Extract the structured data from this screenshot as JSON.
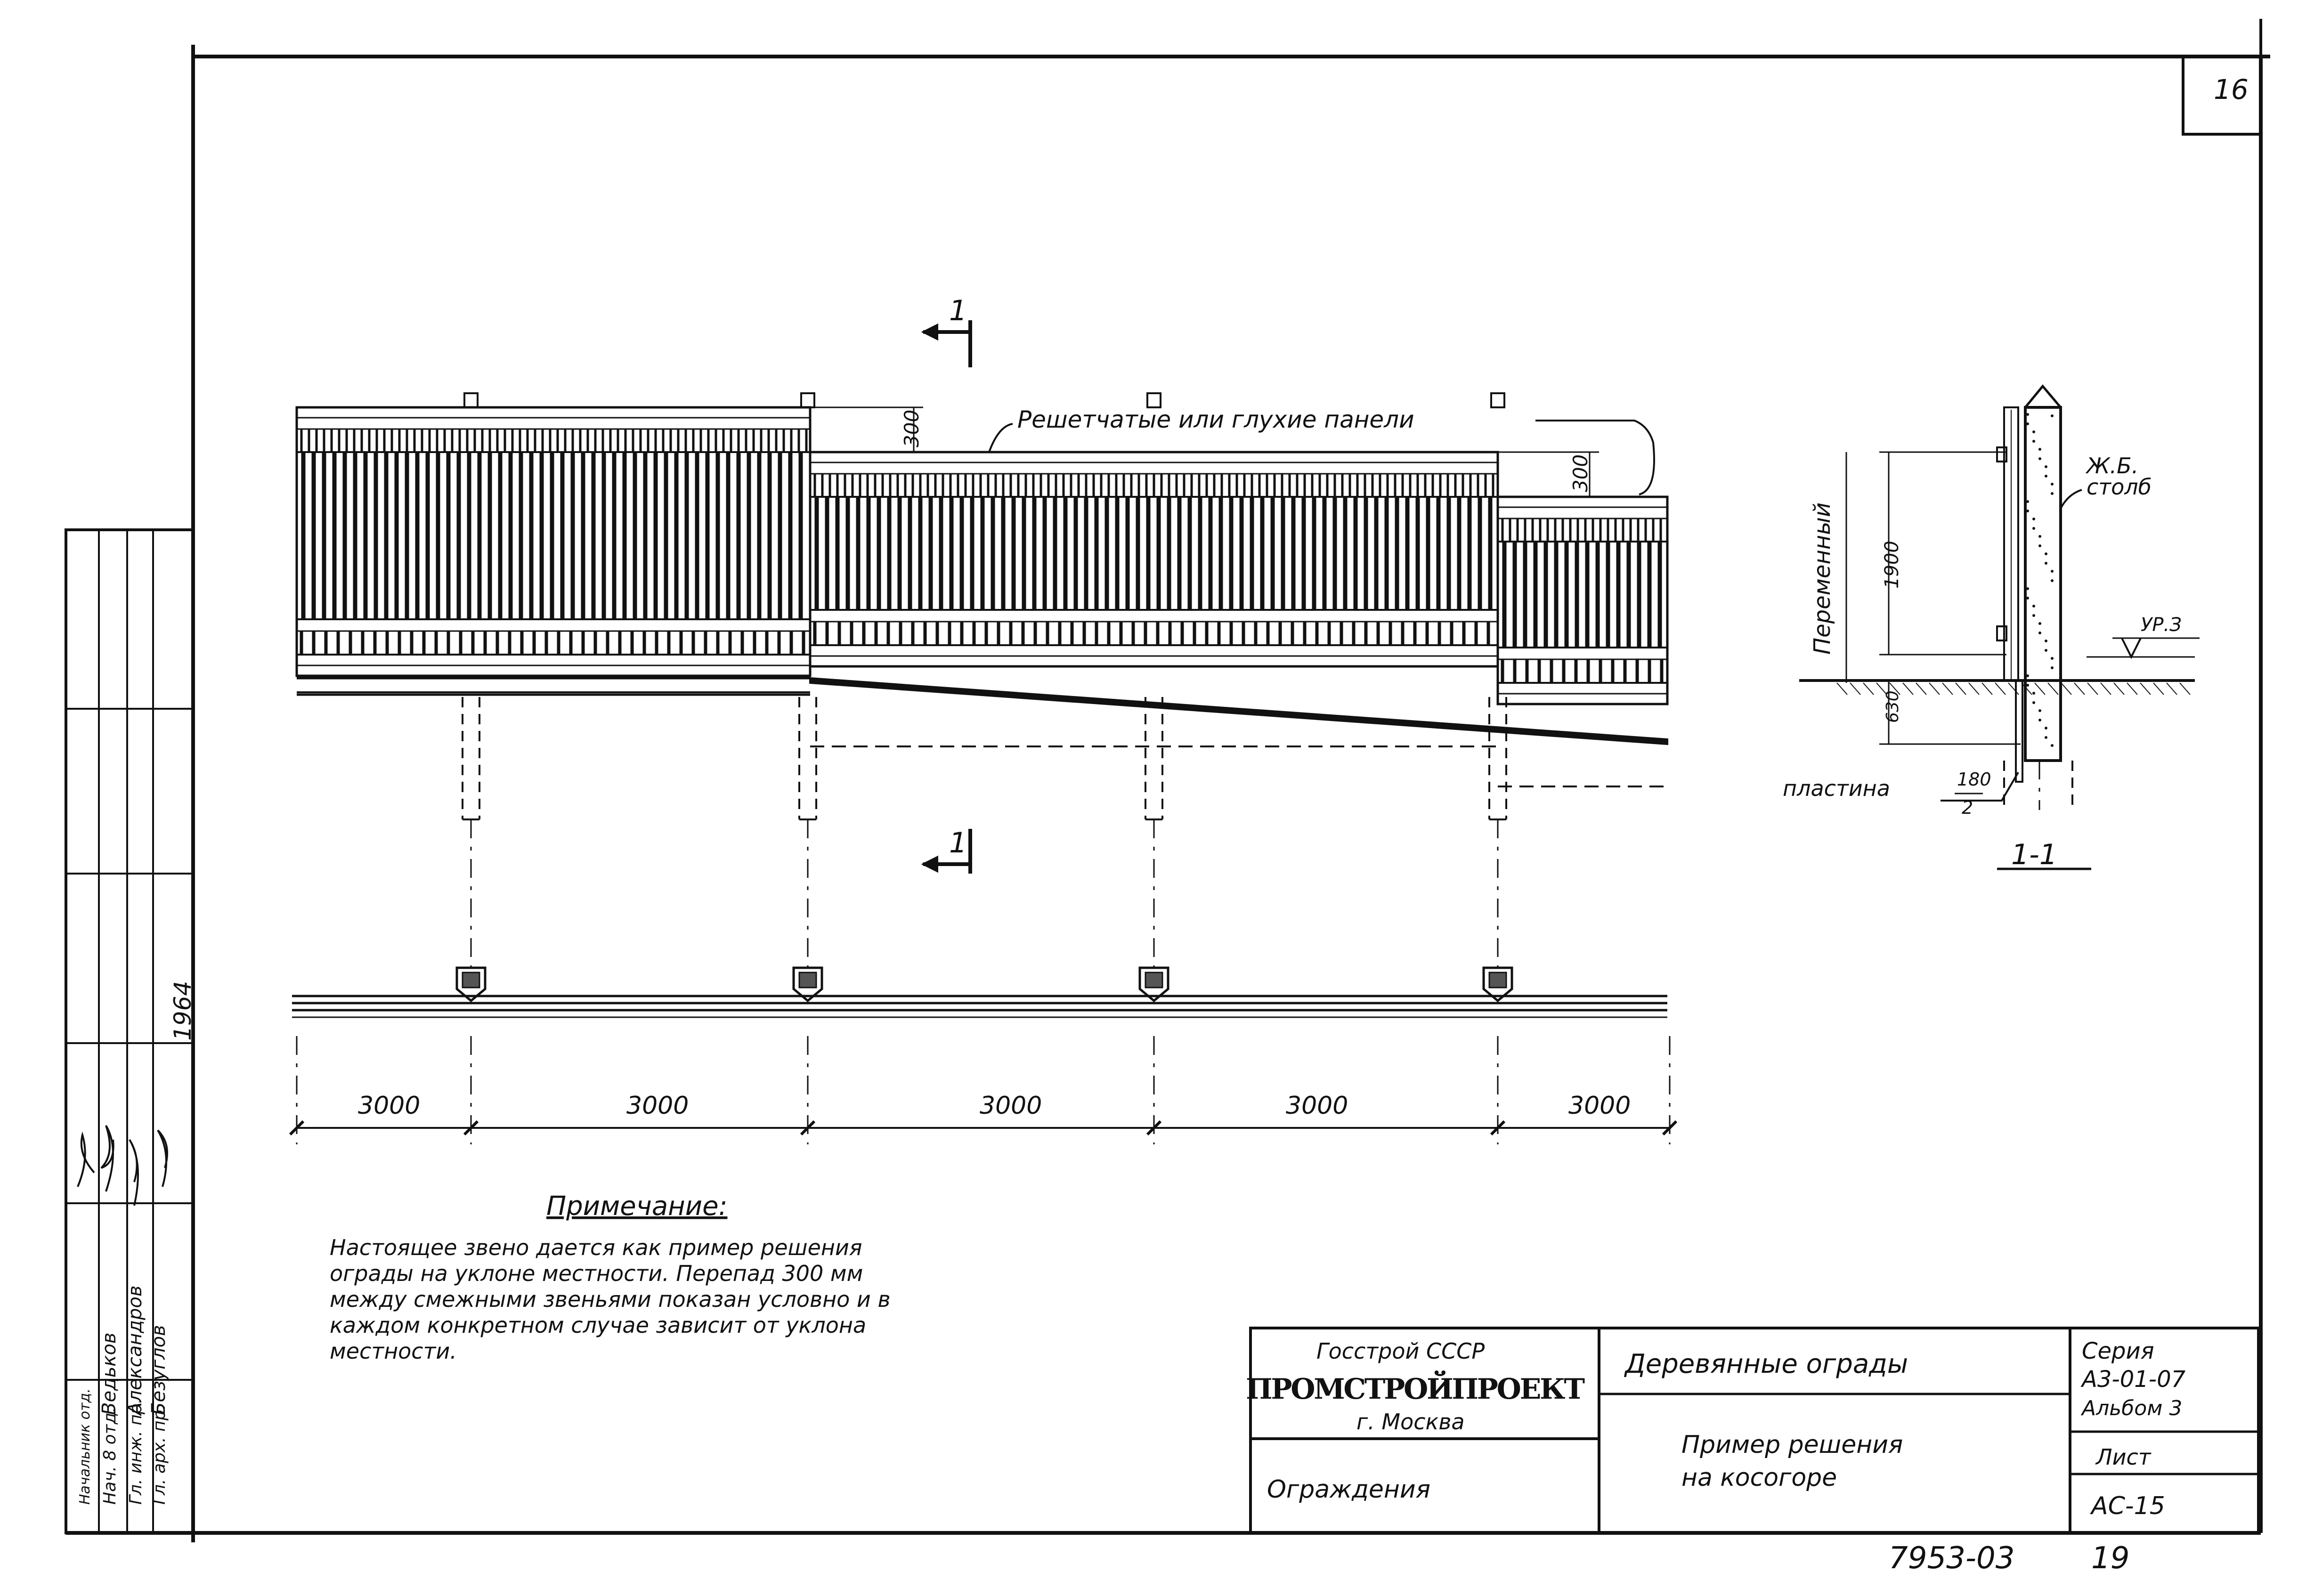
{
  "sheet_corner_number": "16",
  "section_marks": {
    "top": "1",
    "bottom": "1",
    "detail": "1-1"
  },
  "elevation": {
    "panel_callout": "Решетчатые или глухие панели",
    "step_dim_left": "300",
    "step_dim_right": "300"
  },
  "section_detail": {
    "post_label_line1": "Ж.Б.",
    "post_label_line2": "столб",
    "variable_label": "Переменный",
    "height_dim": "1900",
    "depth_dim": "630",
    "level_mark": "УР.З",
    "plate_label": "пластина",
    "plate_frac_num": "180",
    "plate_frac_den": "2"
  },
  "plan_dims": [
    "3000",
    "3000",
    "3000",
    "3000",
    "3000"
  ],
  "note": {
    "title": "Примечание:",
    "lines": [
      "Настоящее звено дается как пример решения",
      "ограды на уклоне местности. Перепад 300 мм",
      "между смежными звеньями показан условно и в",
      "каждом конкретном случае зависит от уклона",
      "местности."
    ]
  },
  "title_block": {
    "org_line1": "Госстрой СССР",
    "org_name": "ПРОМСТРОЙПРОЕКТ",
    "org_city": "г. Москва",
    "category": "Ограждения",
    "doc_title": "Деревянные ограды",
    "sheet_title_line1": "Пример решения",
    "sheet_title_line2": "на косогоре",
    "series_label": "Серия",
    "series_code": "А3-01-07",
    "album": "Альбом 3",
    "sheet_label": "Лист",
    "sheet_code": "АС-15"
  },
  "side_stamp": {
    "roles": [
      "Нач. 8 отд.",
      "Гл. инж. пр.",
      "Гл. арх. пр."
    ],
    "names": [
      "Ведьков",
      "Александров",
      "Безуглов"
    ],
    "top_text": "Начальник отд.",
    "year": "1964"
  },
  "archive_number": "7953-03",
  "archive_page": "19",
  "colors": {
    "ink": "#111111",
    "paper": "#ffffff"
  }
}
